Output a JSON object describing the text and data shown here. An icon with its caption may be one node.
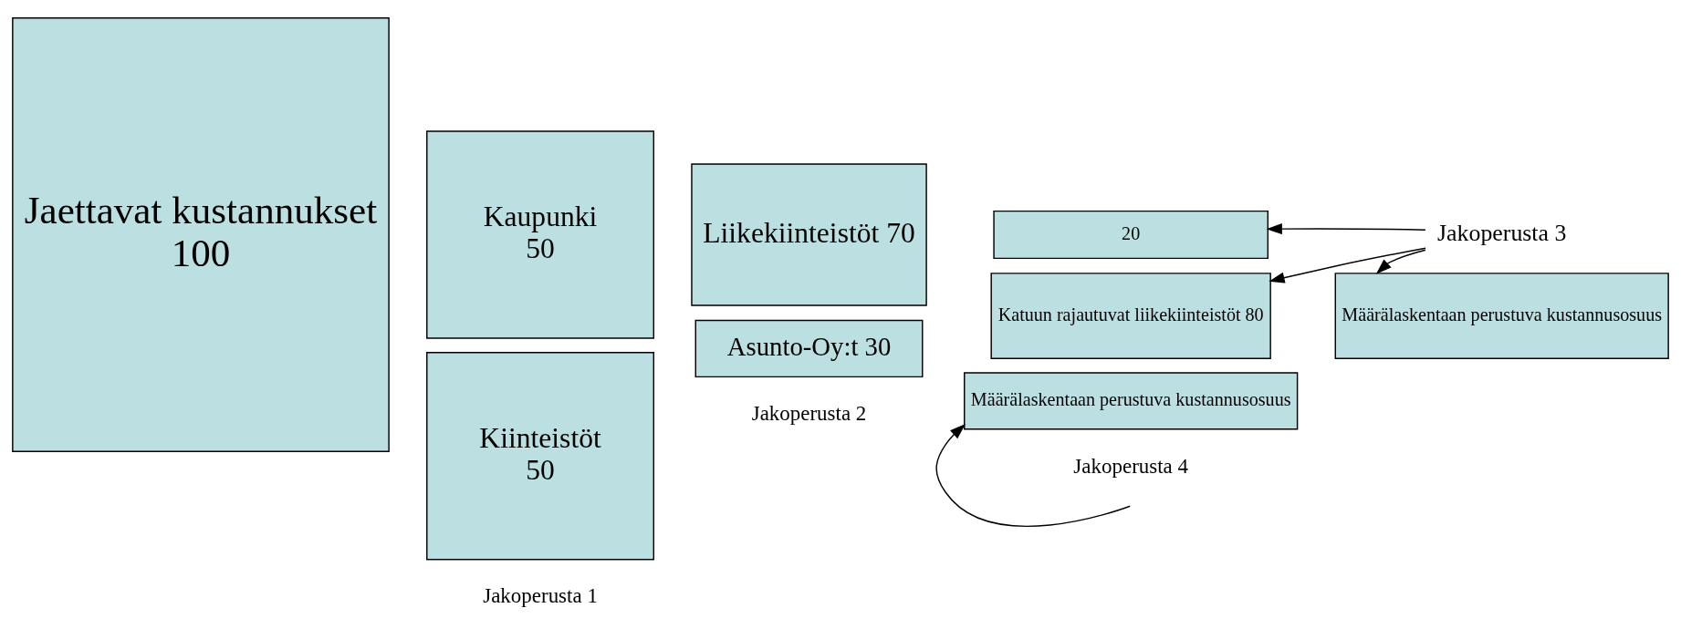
{
  "diagram": {
    "nodes": [
      {
        "text": [
          "Jaettavat kustannukset",
          "100"
        ]
      },
      {
        "text": [
          "Kaupunki",
          "50"
        ]
      },
      {
        "text": [
          "Kiinteistöt",
          "50"
        ]
      },
      {
        "text": [
          "Liikekiinteistöt 70"
        ]
      },
      {
        "text": [
          "Asunto-Oy:t 30"
        ]
      },
      {
        "text": [
          "20"
        ]
      },
      {
        "text": [
          "Katuun rajautuvat liikekiinteistöt 80"
        ]
      },
      {
        "text": [
          "Määrälaskentaan perustuva kustannusosuus"
        ]
      },
      {
        "text": [
          "Jakoperusta 3"
        ]
      },
      {
        "text": [
          "Määrälaskentaan perustuva kustannusosuus"
        ]
      }
    ],
    "edges": [
      {
        "from": 8,
        "to": 5,
        "arrow": "to"
      },
      {
        "from": 8,
        "to": 6,
        "arrow": "to"
      },
      {
        "from": 8,
        "to": 9,
        "arrow": "to"
      },
      {
        "from": null,
        "to": 7,
        "arrow": "to"
      }
    ],
    "labels": [
      "Jakoperusta 1",
      "Jakoperusta 2",
      "Jakoperusta 4"
    ]
  }
}
